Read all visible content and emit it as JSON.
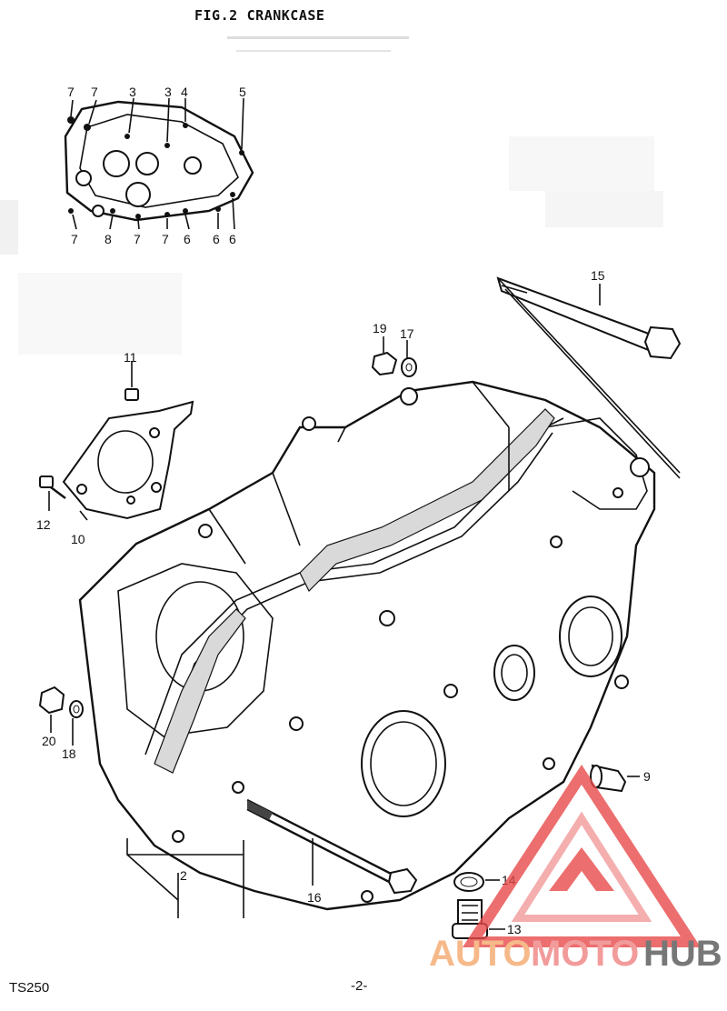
{
  "header": {
    "figure": "FIG.2",
    "title": "CRANKCASE"
  },
  "footer": {
    "model": "TS250",
    "page": "-2-"
  },
  "inset_labels": {
    "top": [
      "7",
      "7",
      "3",
      "3",
      "4",
      "5"
    ],
    "bottom": [
      "7",
      "8",
      "7",
      "7",
      "6",
      "6",
      "6"
    ]
  },
  "parts": {
    "p2": "2",
    "p9": "9",
    "p10": "10",
    "p11": "11",
    "p12": "12",
    "p13": "13",
    "p14": "14",
    "p15": "15",
    "p16": "16",
    "p17": "17",
    "p18": "18",
    "p19": "19",
    "p20": "20"
  },
  "watermark": {
    "part1": "AUTO",
    "part2": "MOTO",
    "part3": "HUB",
    "colors": {
      "auto": "#f6b98a",
      "moto": "#f29b9b",
      "hub": "#777777",
      "logo": "#e84a4a"
    }
  }
}
